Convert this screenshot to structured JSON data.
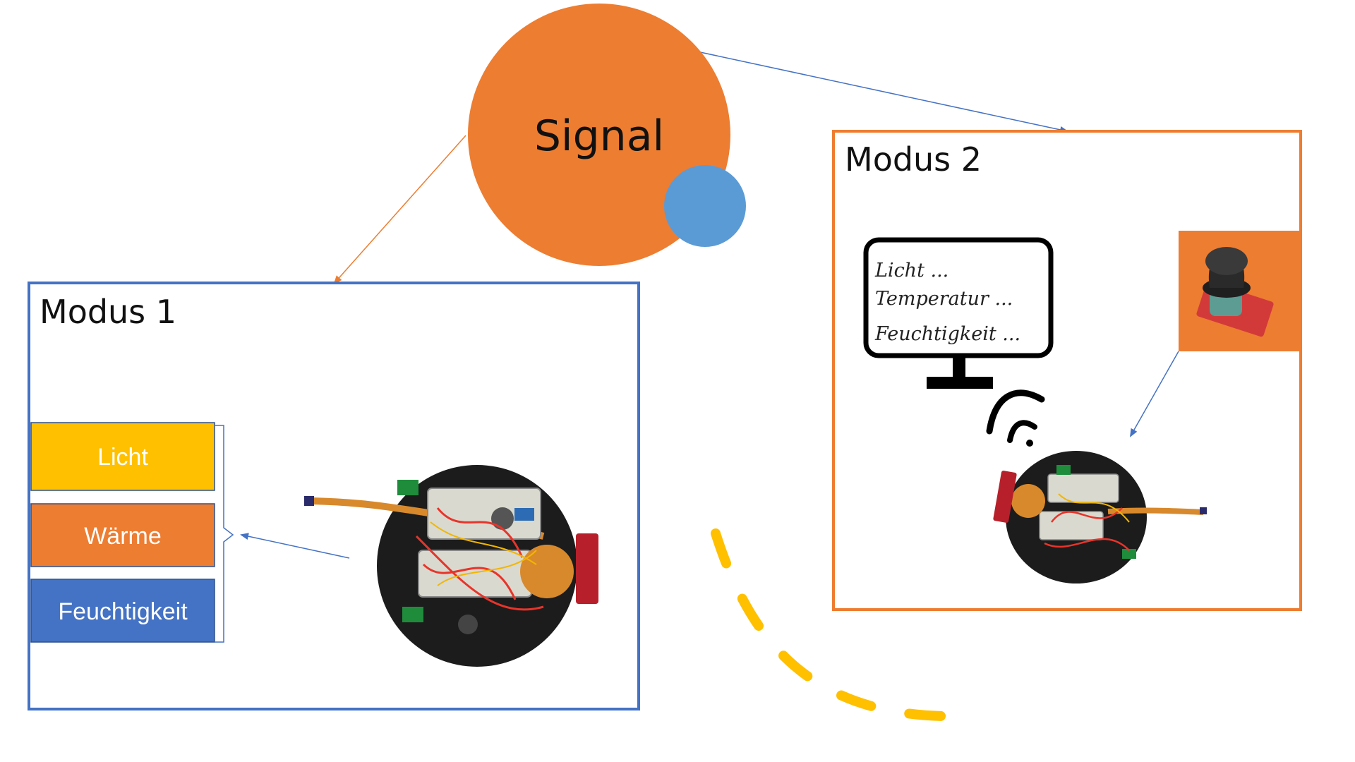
{
  "signal": {
    "label": "Signal",
    "colors": {
      "main": "#ED7D31",
      "secondary": "#5B9BD5"
    }
  },
  "mode1": {
    "title": "Modus 1",
    "border_color": "#4472C4",
    "sensors": [
      {
        "label": "Licht",
        "color": "#FFC000"
      },
      {
        "label": "Wärme",
        "color": "#ED7D31"
      },
      {
        "label": "Feuchtigkeit",
        "color": "#4472C4"
      }
    ],
    "robot_icon": "robot-photo"
  },
  "mode2": {
    "title": "Modus 2",
    "border_color": "#ED7D31",
    "monitor_lines": [
      "Licht ...",
      "Temperatur ...",
      "Feuchtigkeit ..."
    ],
    "icons": [
      "monitor-icon",
      "wifi-icon",
      "joystick-icon",
      "robot-photo"
    ]
  },
  "dashed_arc_color": "#FFC000",
  "arrow_colors": {
    "to_mode1": "#ED7D31",
    "to_mode2": "#4472C4"
  }
}
